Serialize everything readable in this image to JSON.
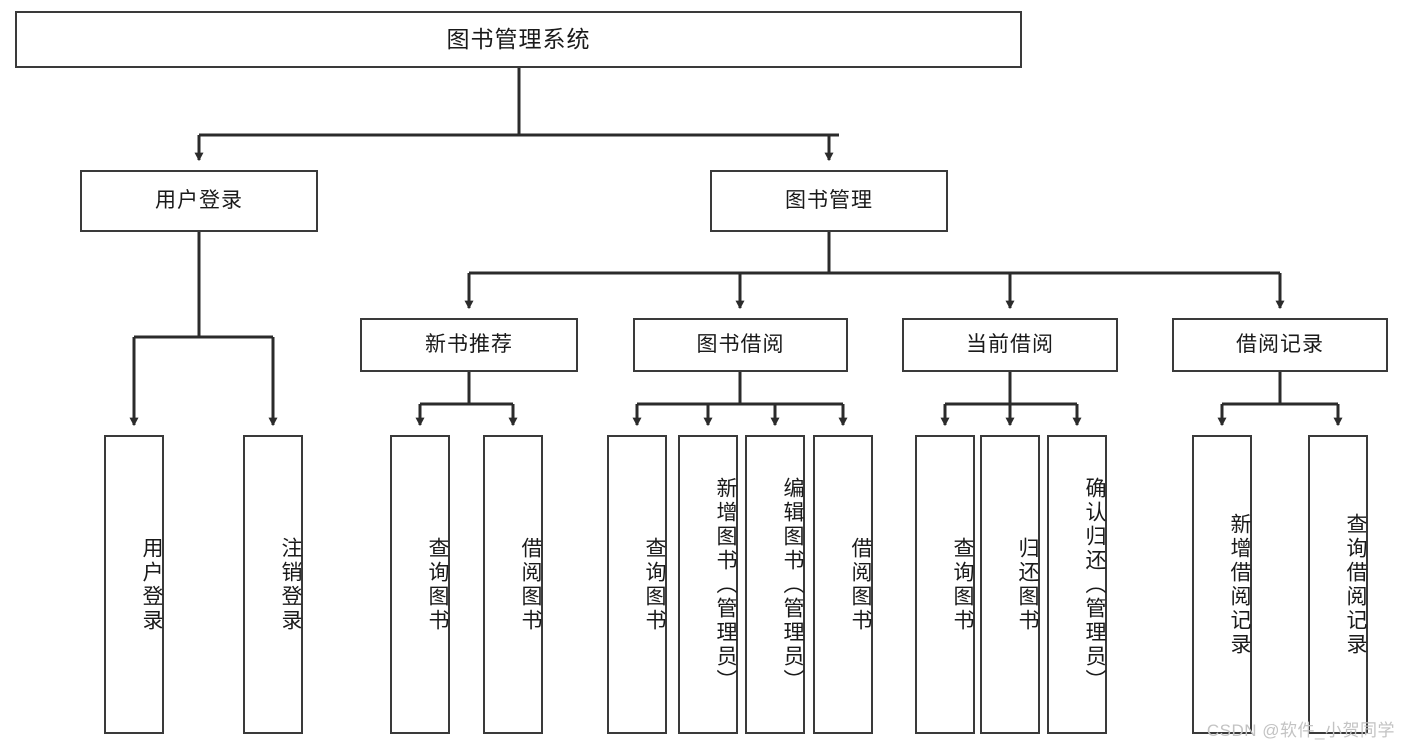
{
  "diagram": {
    "type": "tree",
    "title": "图书管理系统",
    "stroke_color": "#3a3a3a",
    "background_color": "#ffffff",
    "text_color": "#1a1a1a",
    "root": {
      "label": "图书管理系统"
    },
    "level2": [
      {
        "label": "用户登录"
      },
      {
        "label": "图书管理"
      }
    ],
    "level3": [
      {
        "label": "新书推荐"
      },
      {
        "label": "图书借阅"
      },
      {
        "label": "当前借阅"
      },
      {
        "label": "借阅记录"
      }
    ],
    "leaves": {
      "user_login": [
        {
          "label": "用户登录"
        },
        {
          "label": "注销登录"
        }
      ],
      "new_book_recommend": [
        {
          "label": "查询图书"
        },
        {
          "label": "借阅图书"
        }
      ],
      "book_borrow": [
        {
          "label": "查询图书"
        },
        {
          "label": "新增图书（管理员）"
        },
        {
          "label": "编辑图书（管理员）"
        },
        {
          "label": "借阅图书"
        }
      ],
      "current_borrow": [
        {
          "label": "查询图书"
        },
        {
          "label": "归还图书"
        },
        {
          "label": "确认归还（管理员）"
        }
      ],
      "borrow_record": [
        {
          "label": "新增借阅记录"
        },
        {
          "label": "查询借阅记录"
        }
      ]
    }
  },
  "watermark": {
    "text": "CSDN @软件_小贺同学",
    "color": "#c3c3c3"
  }
}
